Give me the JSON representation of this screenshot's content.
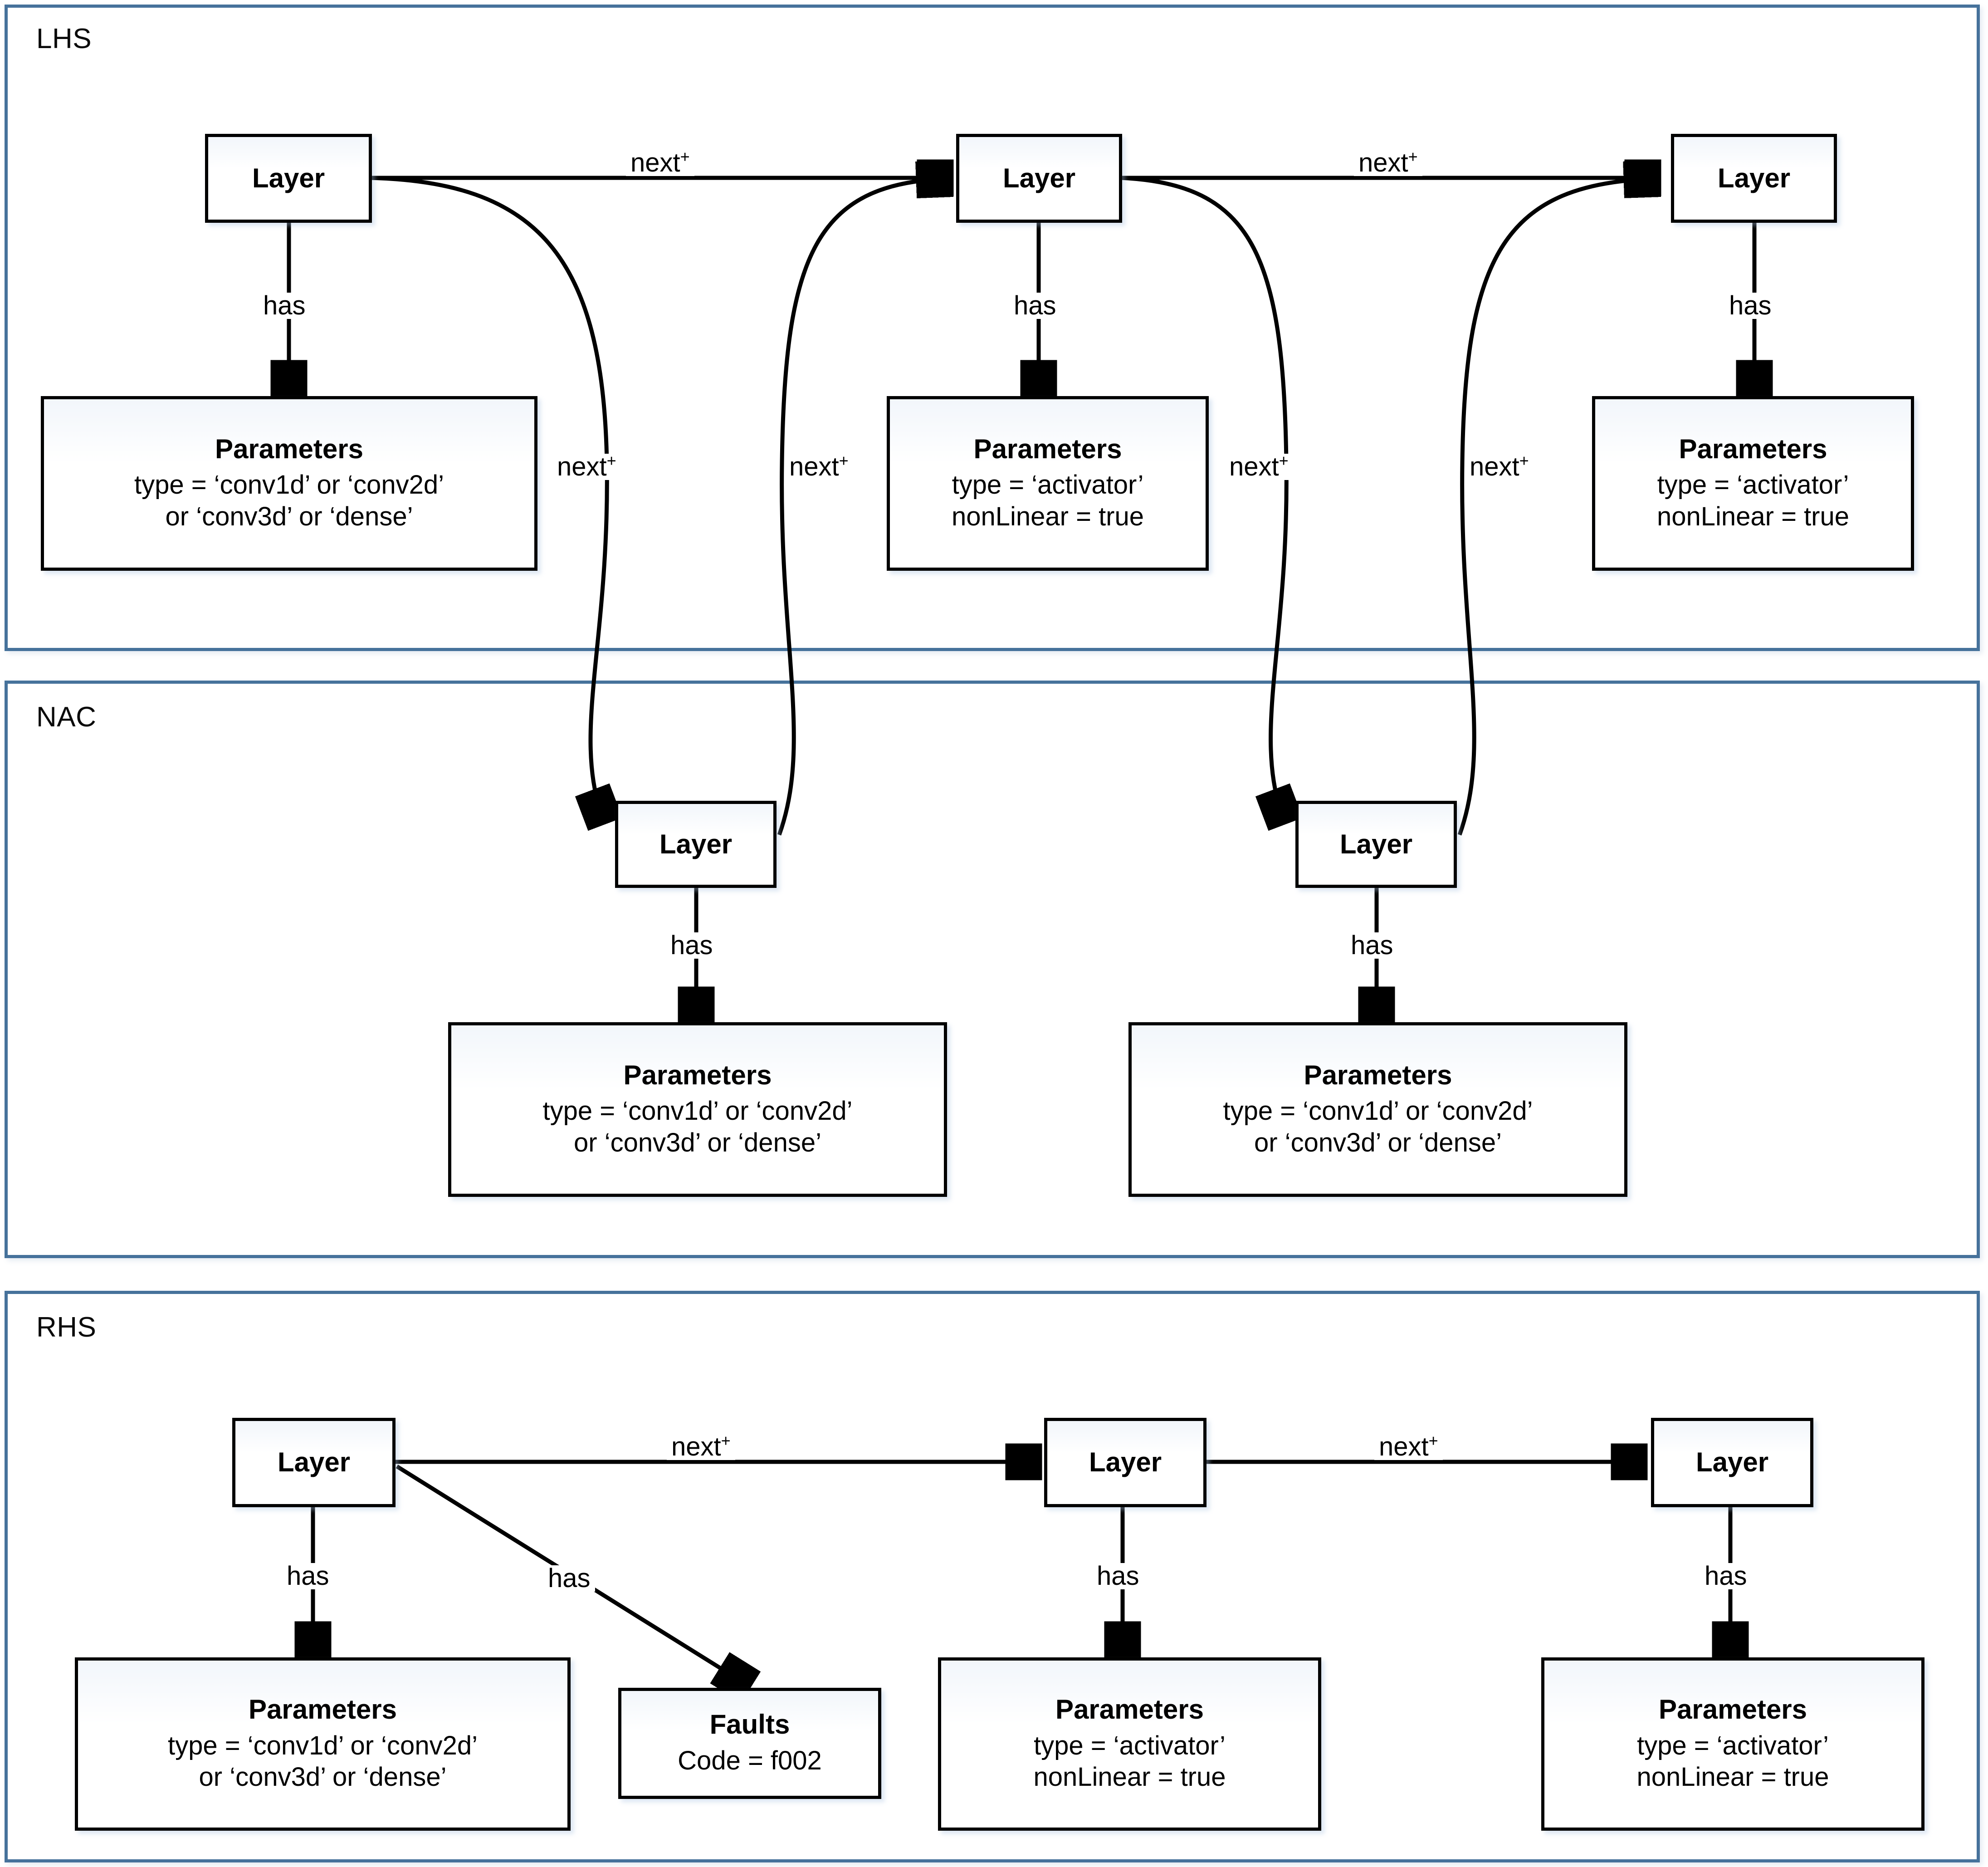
{
  "diagram": {
    "type": "graph-transformation-rule",
    "panels": [
      {
        "id": "lhs",
        "label": "LHS"
      },
      {
        "id": "nac",
        "label": "NAC"
      },
      {
        "id": "rhs",
        "label": "RHS"
      }
    ],
    "edge_labels": {
      "next": "next",
      "next_sup": "+",
      "has": "has"
    },
    "panel_border_color": "#46729B",
    "node_border_color": "#000000"
  },
  "lhs": {
    "label": "LHS",
    "nodes": {
      "layer1": {
        "title": "Layer"
      },
      "layer2": {
        "title": "Layer"
      },
      "layer3": {
        "title": "Layer"
      },
      "params1": {
        "title": "Parameters",
        "attrs": [
          "type = ‘conv1d’ or ‘conv2d’",
          "or ‘conv3d’ or ‘dense’"
        ]
      },
      "params2": {
        "title": "Parameters",
        "attrs": [
          "type = ‘activator’",
          "nonLinear = true"
        ]
      },
      "params3": {
        "title": "Parameters",
        "attrs": [
          "type = ‘activator’",
          "nonLinear = true"
        ]
      }
    },
    "edges": [
      {
        "from": "layer1",
        "to": "layer2",
        "label": "next",
        "sup": "+"
      },
      {
        "from": "layer2",
        "to": "layer3",
        "label": "next",
        "sup": "+"
      },
      {
        "from": "layer1",
        "to": "nac.layer1",
        "label": "next",
        "sup": "+"
      },
      {
        "from": "nac.layer1",
        "to": "layer2",
        "label": "next",
        "sup": "+"
      },
      {
        "from": "layer2",
        "to": "nac.layer2",
        "label": "next",
        "sup": "+"
      },
      {
        "from": "nac.layer2",
        "to": "layer3",
        "label": "next",
        "sup": "+"
      },
      {
        "from": "layer1",
        "to": "params1",
        "label": "has"
      },
      {
        "from": "layer2",
        "to": "params2",
        "label": "has"
      },
      {
        "from": "layer3",
        "to": "params3",
        "label": "has"
      }
    ]
  },
  "nac": {
    "label": "NAC",
    "nodes": {
      "layer1": {
        "title": "Layer"
      },
      "layer2": {
        "title": "Layer"
      },
      "params1": {
        "title": "Parameters",
        "attrs": [
          "type = ‘conv1d’ or ‘conv2d’",
          "or ‘conv3d’ or ‘dense’"
        ]
      },
      "params2": {
        "title": "Parameters",
        "attrs": [
          "type = ‘conv1d’ or ‘conv2d’",
          "or ‘conv3d’ or ‘dense’"
        ]
      }
    },
    "edges": [
      {
        "from": "layer1",
        "to": "params1",
        "label": "has"
      },
      {
        "from": "layer2",
        "to": "params2",
        "label": "has"
      }
    ]
  },
  "rhs": {
    "label": "RHS",
    "nodes": {
      "layer1": {
        "title": "Layer"
      },
      "layer2": {
        "title": "Layer"
      },
      "layer3": {
        "title": "Layer"
      },
      "params1": {
        "title": "Parameters",
        "attrs": [
          "type = ‘conv1d’ or ‘conv2d’",
          "or ‘conv3d’ or ‘dense’"
        ]
      },
      "faults": {
        "title": "Faults",
        "attrs": [
          "Code = f002"
        ]
      },
      "params2": {
        "title": "Parameters",
        "attrs": [
          "type = ‘activator’",
          "nonLinear = true"
        ]
      },
      "params3": {
        "title": "Parameters",
        "attrs": [
          "type = ‘activator’",
          "nonLinear = true"
        ]
      }
    },
    "edges": [
      {
        "from": "layer1",
        "to": "layer2",
        "label": "next",
        "sup": "+"
      },
      {
        "from": "layer2",
        "to": "layer3",
        "label": "next",
        "sup": "+"
      },
      {
        "from": "layer1",
        "to": "params1",
        "label": "has"
      },
      {
        "from": "layer1",
        "to": "faults",
        "label": "has"
      },
      {
        "from": "layer2",
        "to": "params2",
        "label": "has"
      },
      {
        "from": "layer3",
        "to": "params3",
        "label": "has"
      }
    ]
  }
}
